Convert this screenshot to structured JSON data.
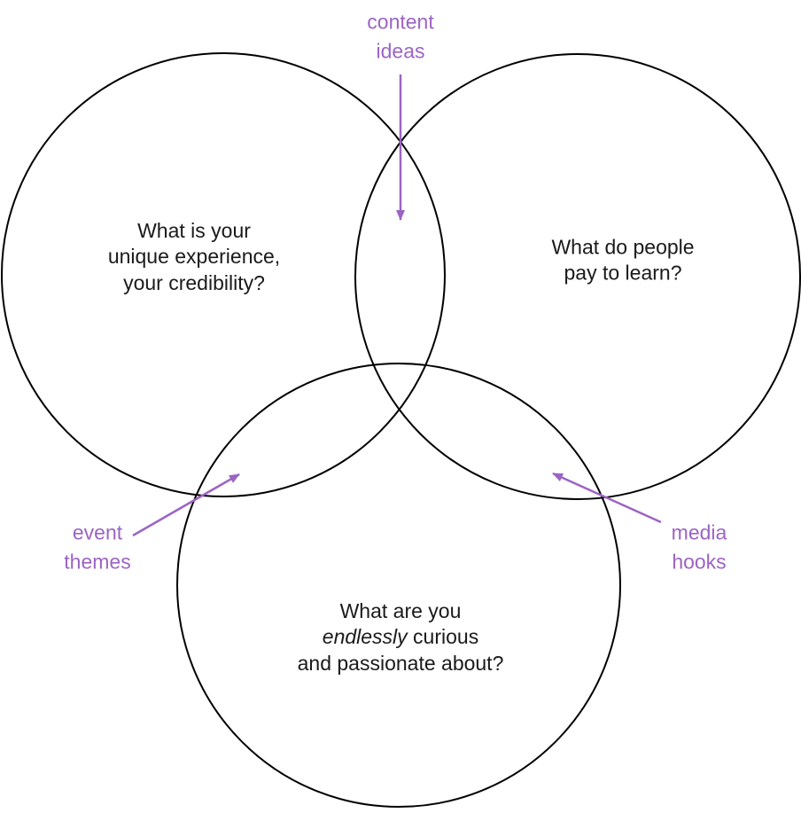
{
  "diagram": {
    "title": "venn-diagram-content-strategy",
    "colors": {
      "background": "#ffffff",
      "circle_stroke": "#000000",
      "accent_purple": "#9c64c3",
      "text": "#1a1a1a"
    },
    "circles": {
      "left": {
        "label_lines": [
          "What is your",
          "unique experience,",
          "your credibility?"
        ]
      },
      "right": {
        "label_lines": [
          "What do people",
          "pay to learn?"
        ]
      },
      "bottom": {
        "line1": "What are you",
        "line2_italic": "endlessly",
        "line2_rest": "curious",
        "line3": "and passionate about?"
      }
    },
    "annotations": {
      "content_ideas": {
        "lines": [
          "content",
          "ideas"
        ]
      },
      "event_themes": {
        "lines": [
          "event",
          "themes"
        ]
      },
      "media_hooks": {
        "lines": [
          "media",
          "hooks"
        ]
      }
    }
  }
}
